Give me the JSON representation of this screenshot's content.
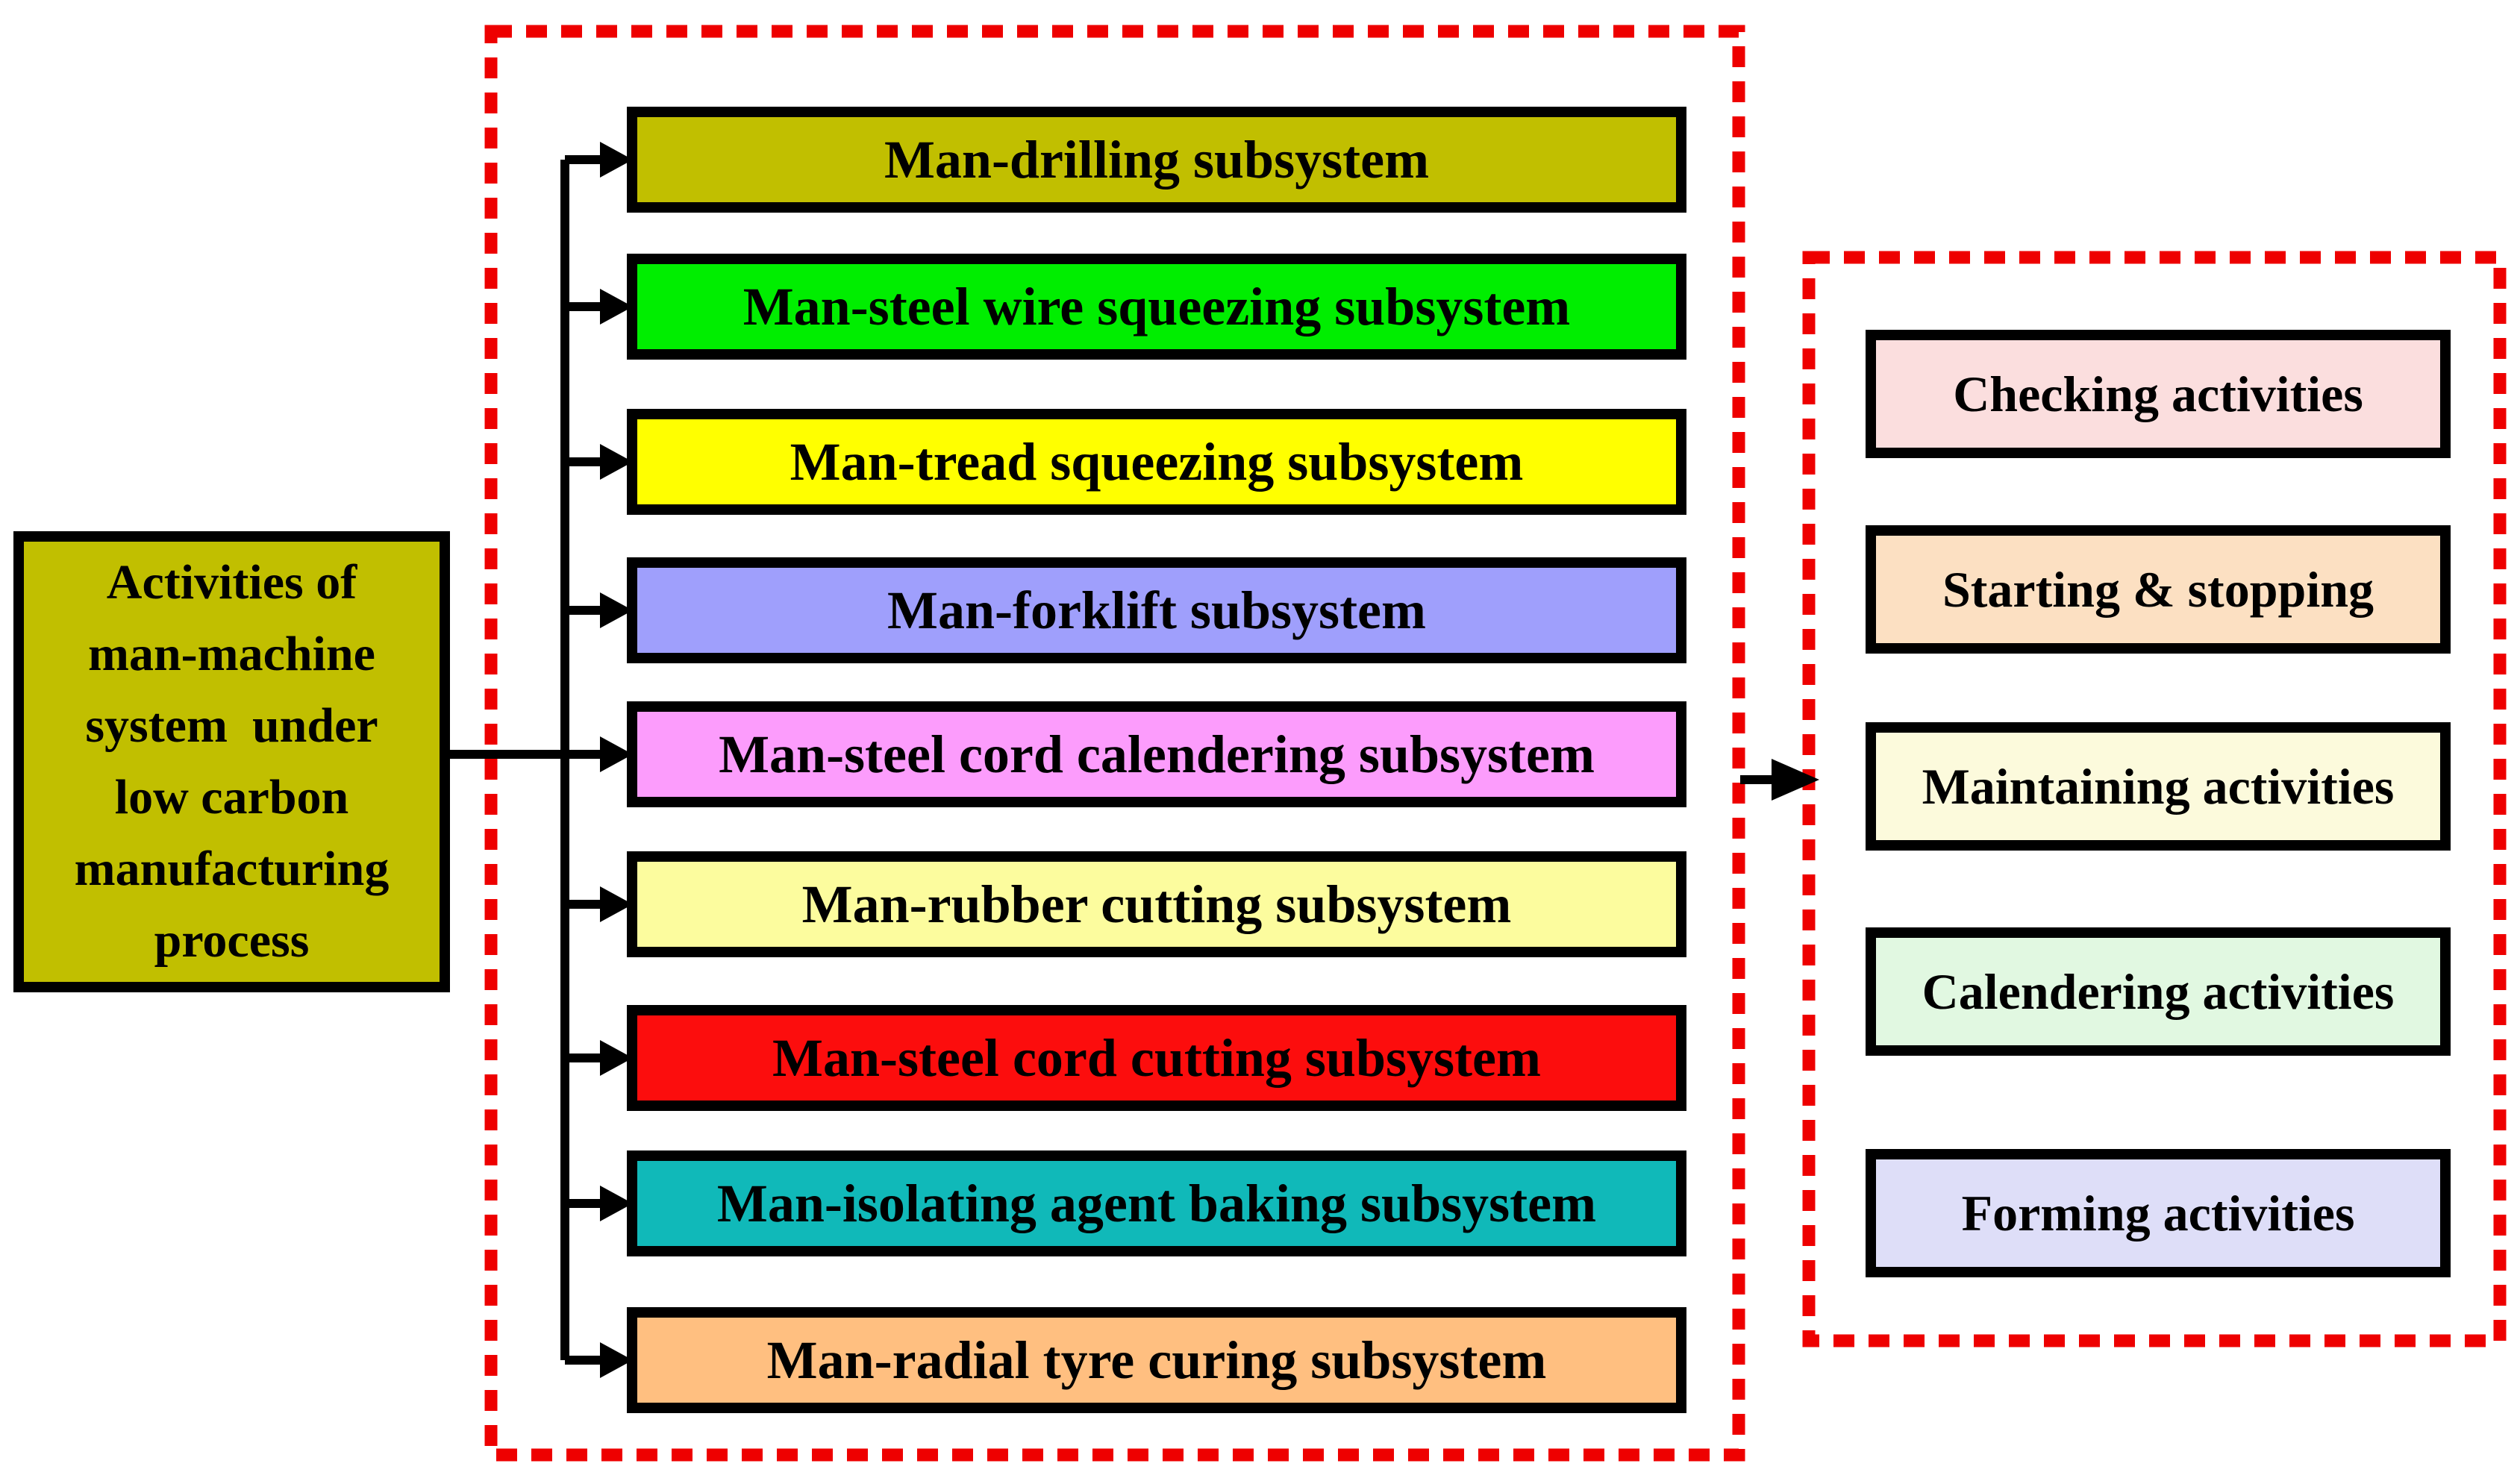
{
  "diagram": {
    "colors": {
      "dash_border": "#EE0000",
      "line": "#000000"
    },
    "source": {
      "bg": "#C1BF00",
      "lines": [
        "Activities of",
        "man-machine",
        "system  under",
        "low carbon",
        "manufacturing",
        "process"
      ]
    },
    "subsystems": [
      {
        "label": "Man-drilling subsystem",
        "bg": "#C1BF00"
      },
      {
        "label": "Man-steel wire squeezing subsystem",
        "bg": "#00EE00"
      },
      {
        "label": "Man-tread squeezing subsystem",
        "bg": "#FFFF00"
      },
      {
        "label": "Man-forklift subsystem",
        "bg": "#9F9FFC"
      },
      {
        "label": "Man-steel cord calendering subsystem",
        "bg": "#FC9CFC"
      },
      {
        "label": "Man-rubber cutting subsystem",
        "bg": "#FCFC9E"
      },
      {
        "label": "Man-steel cord cutting subsystem",
        "bg": "#FC0D0D"
      },
      {
        "label": "Man-isolating agent baking subsystem",
        "bg": "#10B9B9"
      },
      {
        "label": "Man-radial tyre curing subsystem",
        "bg": "#FFBF80"
      }
    ],
    "activities": [
      {
        "label": "Checking activities",
        "bg": "#FBDEDE"
      },
      {
        "label": "Starting & stopping",
        "bg": "#FCE0C2"
      },
      {
        "label": "Maintaining activities",
        "bg": "#FCFADC"
      },
      {
        "label": "Calendering activities",
        "bg": "#E1F8E1"
      },
      {
        "label": "Forming activities",
        "bg": "#DEDEF8"
      }
    ]
  }
}
